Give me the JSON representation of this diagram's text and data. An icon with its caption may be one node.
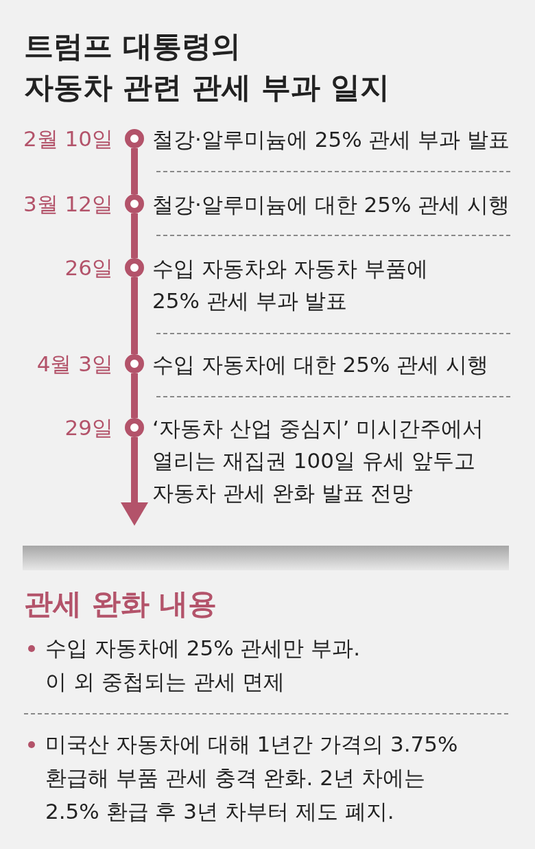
{
  "diagram": {
    "title": "트럼프 대통령의 자동차 관련 관세 부과 일지",
    "nodes": [
      {
        "text": [],
        "shape": "circle",
        "beside": [
          "2월 10일",
          "철강·알루미늄에 25% 관세 부과 발표"
        ]
      },
      {
        "text": [],
        "shape": "circle",
        "beside": [
          "3월 12일",
          "철강·알루미늄에 대한 25% 관세 시행"
        ]
      },
      {
        "text": [],
        "shape": "circle",
        "beside": [
          "26일",
          "수입 자동차와 자동차 부품에 25% 관세 부과 발표"
        ]
      },
      {
        "text": [],
        "shape": "circle",
        "beside": [
          "4월 3일",
          "수입 자동차에 대한 25% 관세 시행"
        ]
      },
      {
        "text": [],
        "shape": "circle",
        "beside": [
          "29일",
          "‘자동차 산업 중심지’ 미시간주에서 열리는 재집권 100일 유세 앞두고 자동차 관세 완화 발표 전망"
        ]
      },
      {
        "text": [],
        "shape": "bar"
      }
    ],
    "edges": [
      {
        "from": 0,
        "to": 1,
        "arrow": "none"
      },
      {
        "from": 1,
        "to": 2,
        "arrow": "none"
      },
      {
        "from": 2,
        "to": 3,
        "arrow": "none"
      },
      {
        "from": 3,
        "to": 4,
        "arrow": "none"
      },
      {
        "from": 4,
        "to": null,
        "arrow": "to"
      }
    ],
    "labels": [
      "관세 완화 내용",
      "수입 자동차에 25% 관세만 부과. 이 외 중첩되는 관세 면제",
      "미국산 자동차에 대해 1년간 가격의 3.75% 환급해 부품 관세 충격 완화. 2년 차에는 2.5% 환급 후 3년 차부터 제도 폐지."
    ]
  }
}
